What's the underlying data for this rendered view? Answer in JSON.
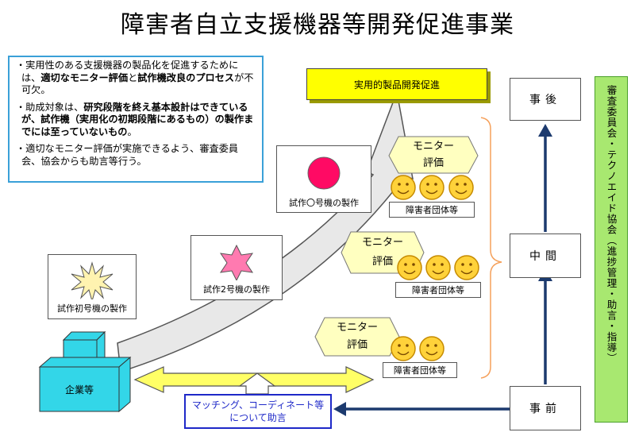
{
  "title": "障害者自立支援機器等開発促進事業",
  "info_box": {
    "b1": [
      "・実用性のある支援機器の製品化を促進するためには、",
      "適切なモニター評価",
      "と",
      "試作機改良のプロセス",
      "が不可欠。"
    ],
    "b2": [
      "・助成対象は、",
      "研究段階を終え基本設計はできているが、試作機（実用化の初期段階にあるもの）の製作までには至っていないもの",
      "。"
    ],
    "b3": "・適切なモニター評価が実施できるよう、審査委員会、協会からも助言等行う。"
  },
  "practical_box": "実用的製品開発促進",
  "prototypes": {
    "first": "試作初号機の製作",
    "second": "試作2号機の製作",
    "nth": "試作〇号機の製作"
  },
  "monitor_label": [
    "モニター",
    "評価"
  ],
  "group_label": "障害者団体等",
  "company": "企業等",
  "matching": [
    "マッチング、コーディネート等",
    "について助言"
  ],
  "stages": {
    "after": "事後",
    "middle": "中間",
    "before": "事前"
  },
  "committee": "審査委員会・テクノエイド協会（進捗管理・助言・指導）",
  "colors": {
    "yellow": "#ffff00",
    "green": "#a8e870",
    "navy": "#1c3a6e",
    "blue": "#1e28c8",
    "cyan": "#3aa0d8",
    "face": "#ffd23a"
  }
}
